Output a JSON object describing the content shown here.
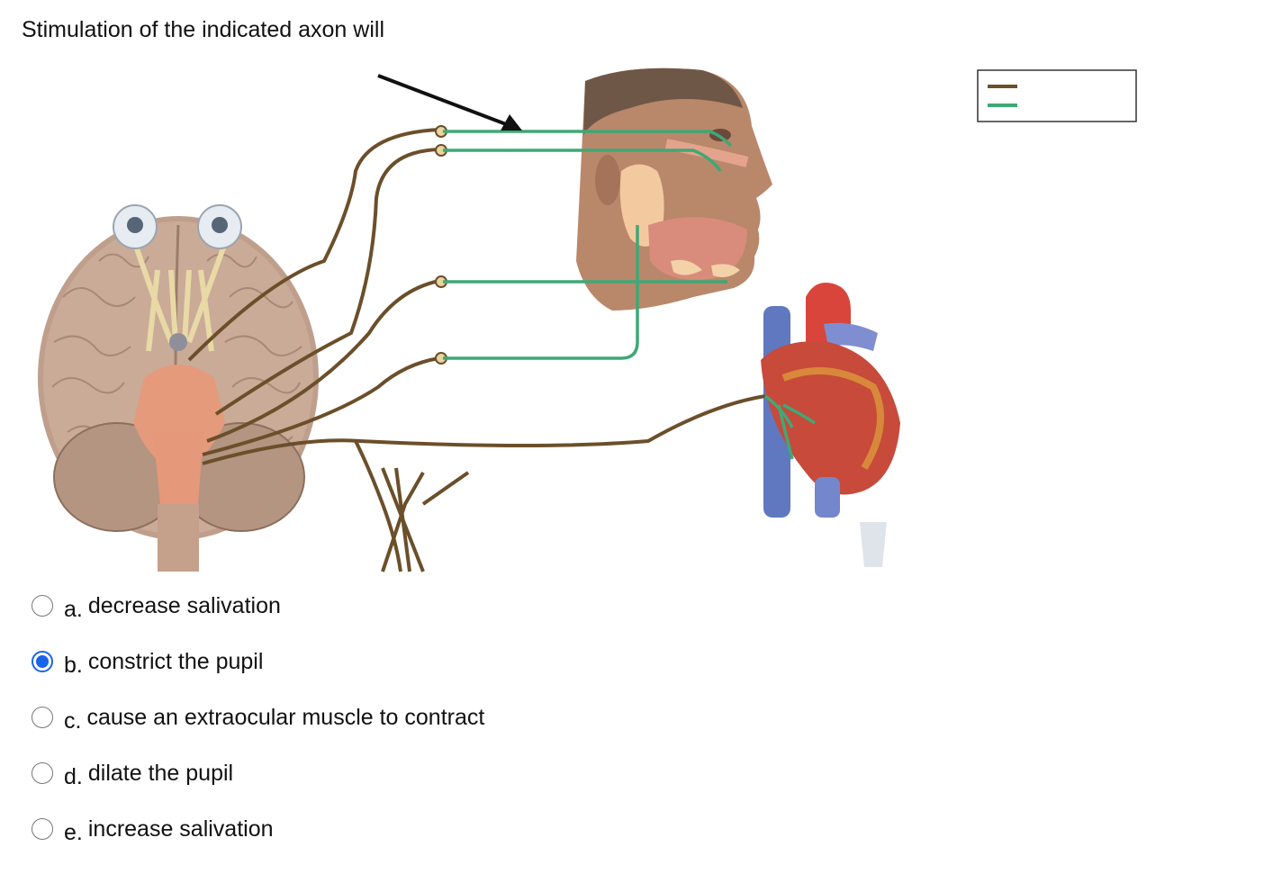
{
  "question": {
    "text": "Stimulation of the indicated axon will"
  },
  "options": [
    {
      "letter": "a.",
      "text": "decrease salivation",
      "selected": false
    },
    {
      "letter": "b.",
      "text": "constrict the pupil",
      "selected": true
    },
    {
      "letter": "c.",
      "text": "cause an extraocular muscle to contract",
      "selected": false
    },
    {
      "letter": "d.",
      "text": "dilate the pupil",
      "selected": false
    },
    {
      "letter": "e.",
      "text": "increase salivation",
      "selected": false
    }
  ],
  "colors": {
    "preganglionic": "#6b4f2a",
    "postganglionic": "#3fa876",
    "accent": "#1a64e8"
  }
}
